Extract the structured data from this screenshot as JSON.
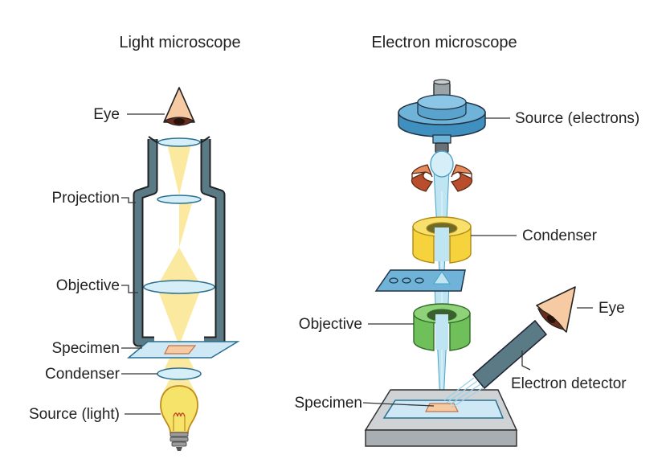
{
  "light": {
    "title": "Light microscope",
    "labels": {
      "eye": "Eye",
      "projection": "Projection",
      "objective": "Objective",
      "specimen": "Specimen",
      "condenser": "Condenser",
      "source": "Source (light)"
    }
  },
  "electron": {
    "title": "Electron microscope",
    "labels": {
      "source": "Source (electrons)",
      "condenser": "Condenser",
      "objective": "Objective",
      "eye": "Eye",
      "detector": "Electron detector",
      "specimen": "Specimen"
    }
  },
  "colors": {
    "light_beam": "#fbe9a0",
    "electron_beam": "#bfe4f2",
    "tube": "#5a7a86",
    "lens": "#d6eef7",
    "source_disc": "#6fb3d8",
    "condenser_coil": "#f6d33c",
    "objective_coil": "#6fbf5a",
    "aperture_coil": "#e58a5c",
    "skin": "#f6caa3"
  }
}
